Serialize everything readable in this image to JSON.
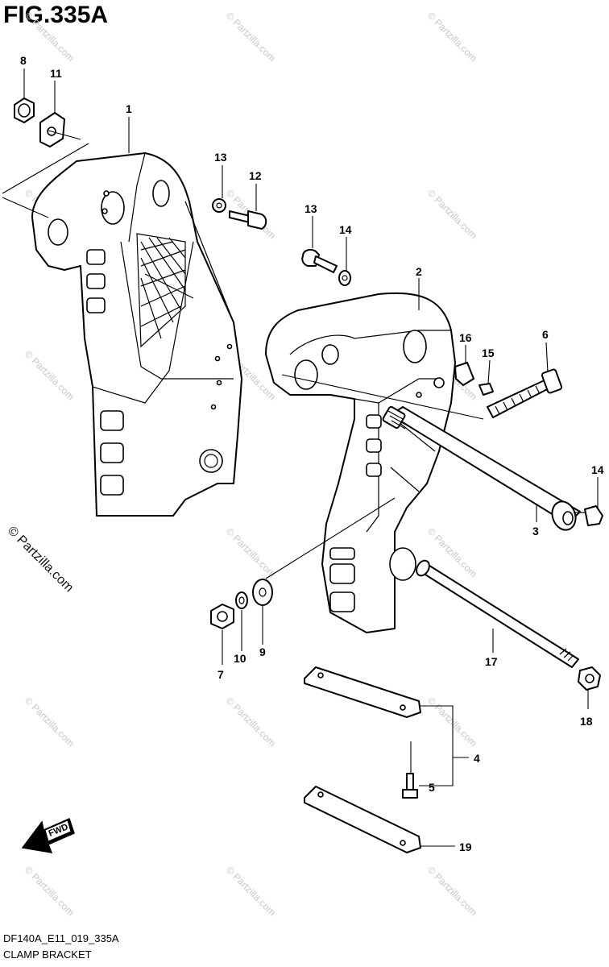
{
  "figure": {
    "title": "FIG.335A",
    "drawing_code": "DF140A_E11_019_335A",
    "caption": "CLAMP BRACKET",
    "watermark": "© Partzilla.com",
    "direction_label": "FWD"
  },
  "callouts": [
    "1",
    "2",
    "3",
    "4",
    "5",
    "6",
    "7",
    "8",
    "9",
    "10",
    "11",
    "12",
    "12",
    "13",
    "13",
    "14",
    "15",
    "16",
    "17",
    "18",
    "19"
  ]
}
